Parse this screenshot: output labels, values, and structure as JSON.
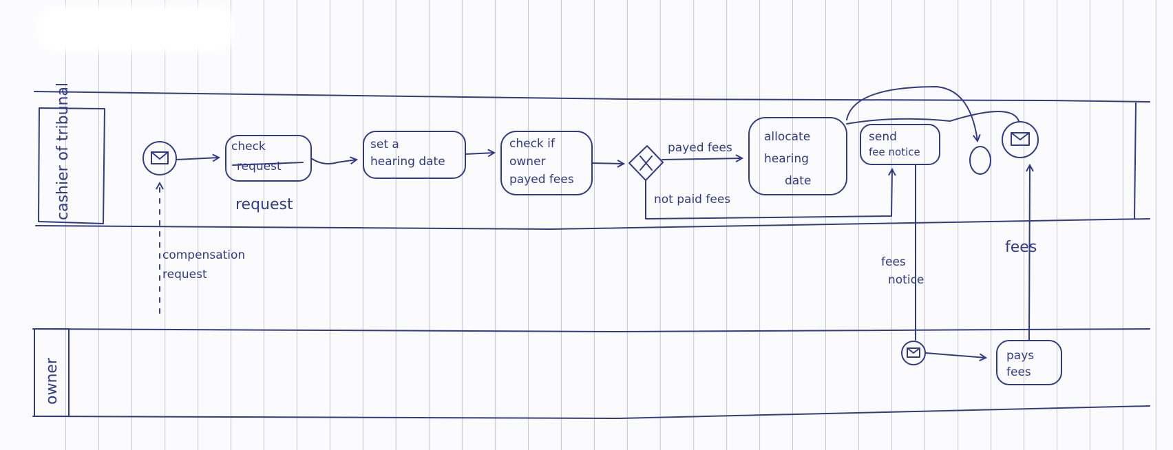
{
  "lanes": {
    "top": "cashier of tribunal",
    "bottom": "owner"
  },
  "tasks": {
    "check_request": {
      "line1": "check",
      "struck": "request",
      "under": "request"
    },
    "set_hearing": {
      "line1": "set a",
      "line2": "hearing date"
    },
    "check_owner": {
      "line1": "check if",
      "line2": "owner",
      "line3": "payed fees"
    },
    "allocate": {
      "line1": "allocate",
      "line2": "hearing",
      "line3": "date"
    },
    "send_fee_notice": {
      "line1": "send",
      "line2": "fee notice"
    },
    "pays_fees": {
      "line1": "pays",
      "line2": "fees"
    }
  },
  "flows": {
    "payed_fees": "payed fees",
    "not_paid_fees": "not paid fees",
    "compensation_request": {
      "line1": "compensation",
      "line2": "request"
    },
    "fees_notice": {
      "line1": "fees",
      "line2": "notice"
    },
    "fees": "fees"
  },
  "colors": {
    "ink": "#2f3a8c",
    "paper": "#fbfbfd",
    "rule": "#c7c7d2"
  }
}
